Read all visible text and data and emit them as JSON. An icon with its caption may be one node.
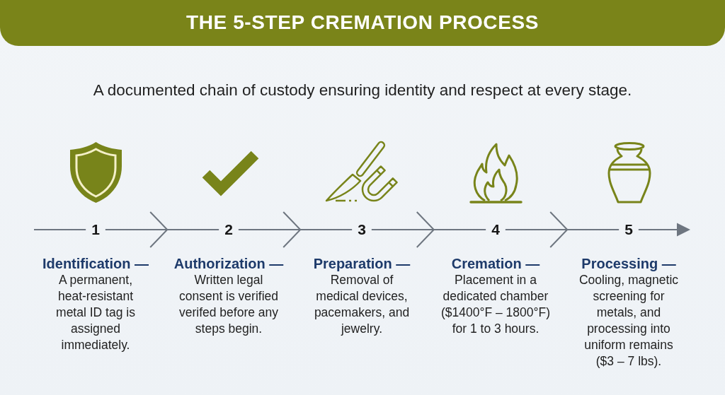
{
  "diagram": {
    "title": "THE 5-STEP CREMATION PROCESS",
    "nodes": [
      {
        "text": [
          "1"
        ],
        "beside": [
          "Identification —",
          "A permanent, heat-resistant metal ID tag is assigned immediately."
        ]
      },
      {
        "text": [
          "2"
        ],
        "beside": [
          "Authorization —",
          "Written legal consent is verified verifed before any steps begin."
        ]
      },
      {
        "text": [
          "3"
        ],
        "beside": [
          "Preparation —",
          "Removal of medical devices, pacemakers, and jewelry."
        ]
      },
      {
        "text": [
          "4"
        ],
        "beside": [
          "Cremation —",
          "Placement in a dedicated chamber ($1400°F – 1800°F) for 1 to 3 hours."
        ]
      },
      {
        "text": [
          "5"
        ],
        "beside": [
          "Processing —",
          "Cooling, magnetic screening for metals, and processing into uniform remains ($3 – 7 lbs)."
        ]
      }
    ],
    "edges": [
      {
        "from": null,
        "to": 0,
        "arrow": "none"
      },
      {
        "from": 0,
        "to": 1,
        "arrow": "to"
      },
      {
        "from": 1,
        "to": 2,
        "arrow": "to"
      },
      {
        "from": 2,
        "to": 3,
        "arrow": "to"
      },
      {
        "from": 3,
        "to": 4,
        "arrow": "to"
      },
      {
        "from": 4,
        "to": null,
        "arrow": "to"
      }
    ],
    "labels": [
      "A documented chain of custody ensuring identity and respect at every stage."
    ]
  }
}
